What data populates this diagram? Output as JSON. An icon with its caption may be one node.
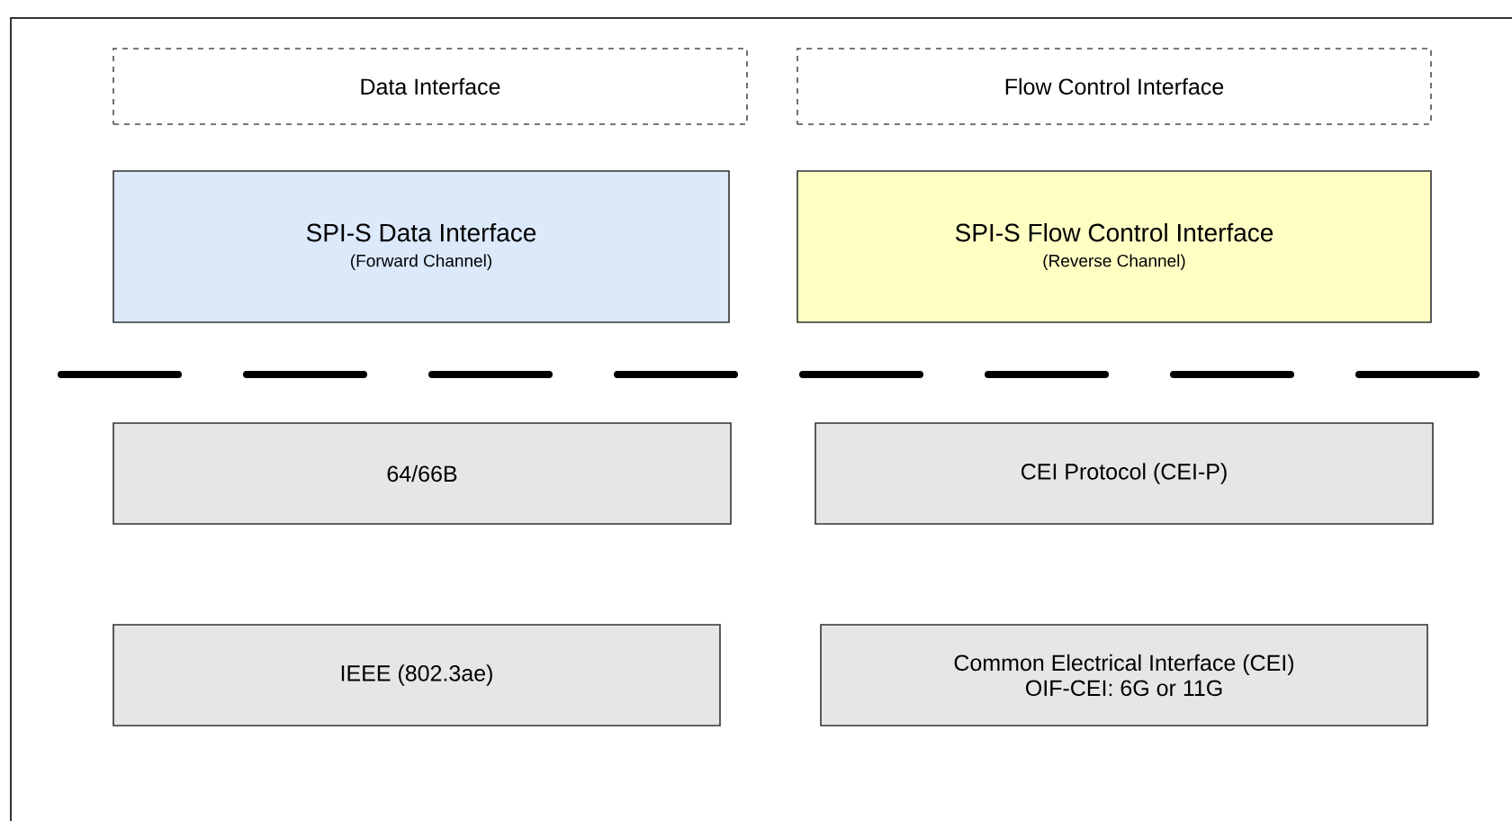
{
  "diagram": {
    "nodes": [
      {
        "text": [
          "Data Interface"
        ]
      },
      {
        "text": [
          "Flow Control Interface"
        ]
      },
      {
        "text": [
          "SPI-S Data Interface",
          "(Forward Channel)"
        ]
      },
      {
        "text": [
          "SPI-S Flow Control Interface",
          "(Reverse Channel)"
        ]
      },
      {
        "text": [
          "64/66B"
        ]
      },
      {
        "text": [
          "CEI Protocol (CEI-P)"
        ]
      },
      {
        "text": [
          "IEEE (802.3ae)"
        ]
      },
      {
        "text": [
          "Common Electrical Interface (CEI)",
          "OIF-CEI: 6G or 11G"
        ]
      }
    ]
  }
}
